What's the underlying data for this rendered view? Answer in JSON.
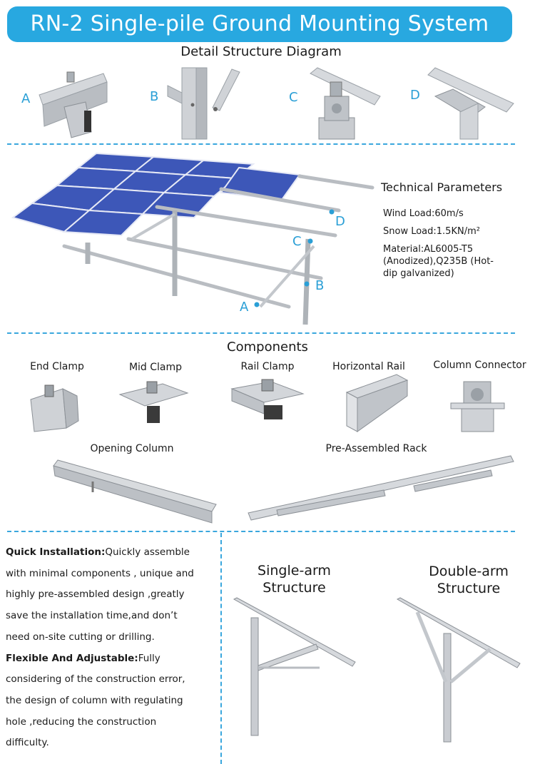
{
  "title": "RN-2 Single-pile Ground Mounting System",
  "detail": {
    "heading": "Detail Structure Diagram",
    "labels": [
      "A",
      "B",
      "C",
      "D"
    ]
  },
  "technical": {
    "heading": "Technical Parameters",
    "wind": "Wind Load:60m/s",
    "snow": "Snow Load:1.5KN/m²",
    "material_l1": "Material:AL6005-T5",
    "material_l2": "(Anodized),Q235B (Hot-",
    "material_l3": "dip galvanized)",
    "diagram_labels": [
      "A",
      "B",
      "C",
      "D"
    ]
  },
  "components": {
    "heading": "Components",
    "items": [
      "End Clamp",
      "Mid Clamp",
      "Rail Clamp",
      "Horizontal Rail",
      "Column Connector"
    ],
    "opening_column": "Opening Column",
    "pre_assembled_rack": "Pre-Assembled Rack"
  },
  "features": {
    "quick_label": "Quick Installation:",
    "quick_l1": "Quickly assemble",
    "quick_l2": "with minimal components , unique and",
    "quick_l3": "highly pre-assembled design ,greatly",
    "quick_l4": "save the installation time,and don’t",
    "quick_l5": "need on-site cutting or drilling.",
    "flex_label": "Flexible And Adjustable:",
    "flex_l1": "Fully",
    "flex_l2": "considering of the construction error,",
    "flex_l3": "the design of column with regulating",
    "flex_l4": "hole ,reducing the construction",
    "flex_l5": "difficulty."
  },
  "structures": {
    "single_l1": "Single-arm",
    "single_l2": "Structure",
    "double_l1": "Double-arm",
    "double_l2": "Structure"
  },
  "colors": {
    "accent": "#28a8e0",
    "panel": "#3d57b8",
    "metal": "#c9ccd1"
  }
}
